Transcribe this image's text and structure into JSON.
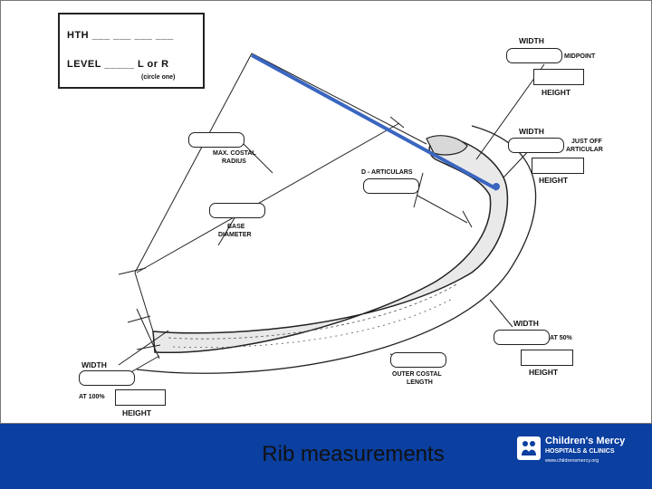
{
  "form": {
    "hth_label": "HTH ___ ___ ___ ___",
    "level_label": "LEVEL _____ L or R",
    "circle_note": "(circle one)"
  },
  "labels": {
    "width_top": "WIDTH",
    "midpoint": "MIDPOINT",
    "height_top": "HEIGHT",
    "width_articular": "WIDTH",
    "just_off_articular_1": "JUST OFF",
    "just_off_articular_2": "ARTICULAR",
    "height_articular": "HEIGHT",
    "max_costal_radius_1": "MAX. COSTAL",
    "max_costal_radius_2": "RADIUS",
    "d_articulars": "D - ARTICULARS",
    "base_diameter_1": "BASE",
    "base_diameter_2": "DIAMETER",
    "width_50": "WIDTH",
    "at_50": "AT 50%",
    "height_50": "HEIGHT",
    "outer_costal_length_1": "OUTER COSTAL",
    "outer_costal_length_2": "LENGTH",
    "width_100": "WIDTH",
    "at_100": "AT 100%",
    "height_100": "HEIGHT"
  },
  "caption": "Rib measurements",
  "logo": {
    "name": "Children's Mercy",
    "subtitle": "HOSPITALS & CLINICS",
    "url": "www.childrensmercy.org"
  },
  "colors": {
    "footer_bg": "#0b3fa0",
    "overlay_line": "#3a66c0"
  }
}
